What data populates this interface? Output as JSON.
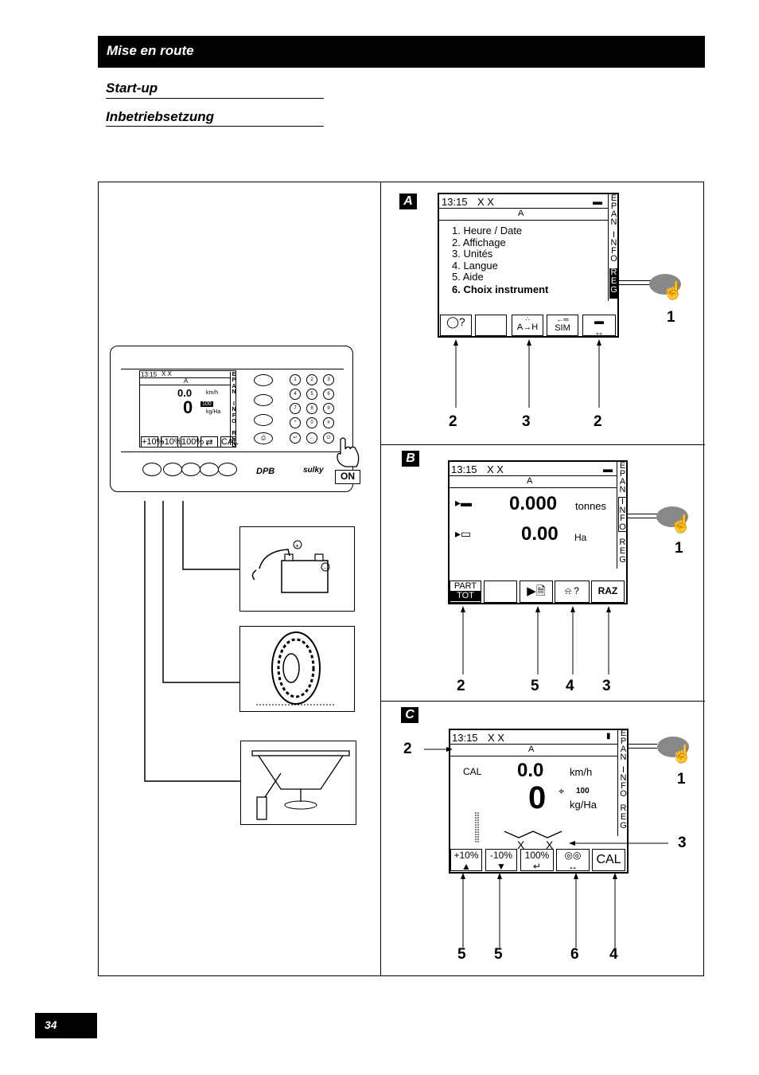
{
  "header": {
    "title": "Mise en route",
    "subtitle_en": "Start-up",
    "subtitle_de": "Inbetriebsetzung"
  },
  "page_number": "34",
  "controller": {
    "time": "13:15",
    "mode_letter": "A",
    "speed": "0.0",
    "speed_unit": "km/h",
    "dose": "0",
    "target": "100",
    "dose_unit": "kg/Ha",
    "softkeys": [
      "+10%",
      "-10%",
      "100%",
      "",
      "CAL"
    ],
    "tabs": [
      "EPAN",
      "INFO",
      "REG"
    ],
    "keypad": [
      "1",
      "2",
      "3",
      "4",
      "5",
      "6",
      "7",
      "8",
      "9",
      "*",
      "0",
      "#",
      "↵",
      "←",
      "⏻"
    ],
    "brand1": "DPB",
    "brand2": "sulky",
    "on_label": "ON"
  },
  "panelA": {
    "label": "A",
    "time": "13:15",
    "mode_letter": "A",
    "menu": [
      "1. Heure / Date",
      "2. Affichage",
      "3. Unités",
      "4. Langue",
      "5. Aide",
      "6. Choix instrument"
    ],
    "softkeys": [
      "",
      "",
      "A→H",
      "SIM",
      ""
    ],
    "tabs": [
      "E",
      "P",
      "A",
      "N",
      "I",
      "N",
      "F",
      "O",
      "R",
      "E",
      "G"
    ],
    "callouts": [
      "2",
      "3",
      "2",
      "1"
    ]
  },
  "panelB": {
    "label": "B",
    "time": "13:15",
    "mode_letter": "A",
    "total_tonnes": "0.000",
    "tonnes_unit": "tonnes",
    "area": "0.00",
    "area_unit": "Ha",
    "softkeys": [
      "PART",
      "TOT",
      "",
      "",
      "?",
      "RAZ"
    ],
    "callouts": [
      "2",
      "5",
      "4",
      "3",
      "1"
    ]
  },
  "panelC": {
    "label": "C",
    "time": "13:15",
    "mode_letter": "A",
    "cal": "CAL",
    "speed": "0.0",
    "speed_unit": "km/h",
    "dose": "0",
    "target": "100",
    "dose_unit": "kg/Ha",
    "softkeys": [
      "+10%",
      "-10%",
      "100%",
      "",
      "CAL"
    ],
    "callouts": [
      "2",
      "1",
      "3",
      "5",
      "5",
      "6",
      "4"
    ]
  }
}
